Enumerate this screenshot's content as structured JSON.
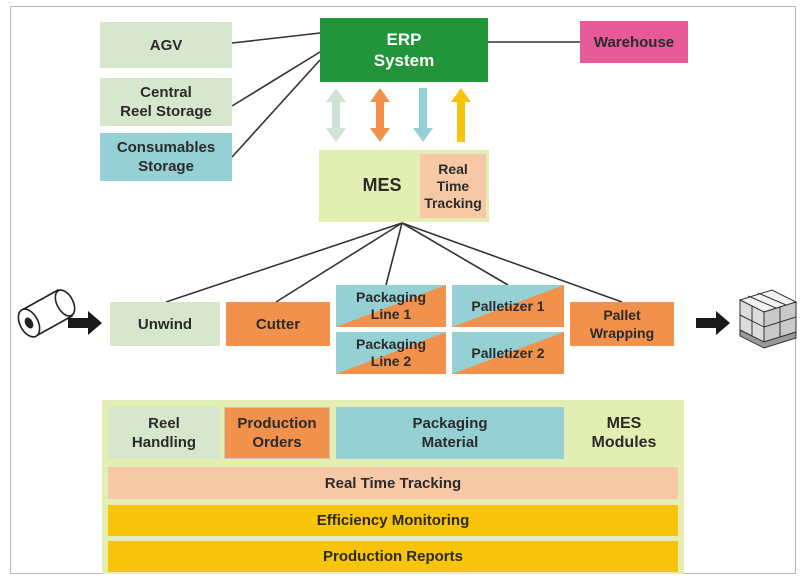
{
  "erp": {
    "label": "ERP\nSystem"
  },
  "left_stack": {
    "agv": "AGV",
    "central_reel_storage": "Central\nReel Storage",
    "consumables_storage": "Consumables\nStorage"
  },
  "warehouse": {
    "label": "Warehouse"
  },
  "mes": {
    "label": "MES",
    "real_time_tracking": "Real\nTime\nTracking"
  },
  "arrows": [
    {
      "name": "bidirectional-arrow-light",
      "color": "#cfe3d6"
    },
    {
      "name": "bidirectional-arrow-orange",
      "color": "#f1914c"
    },
    {
      "name": "down-arrow-aqua",
      "color": "#94d0d4"
    },
    {
      "name": "up-arrow-yellow",
      "color": "#f8c40a"
    }
  ],
  "line": {
    "unwind": "Unwind",
    "cutter": "Cutter",
    "packaging_line_1": "Packaging\nLine 1",
    "packaging_line_2": "Packaging\nLine 2",
    "palletizer_1": "Palletizer 1",
    "palletizer_2": "Palletizer 2",
    "pallet_wrapping": "Pallet\nWrapping"
  },
  "modules": {
    "reel_handling": "Reel\nHandling",
    "production_orders": "Production\nOrders",
    "packaging_material": "Packaging\nMaterial",
    "mes_modules": "MES\nModules",
    "real_time_tracking": "Real Time Tracking",
    "efficiency_monitoring": "Efficiency Monitoring",
    "production_reports": "Production Reports"
  },
  "icons": {
    "input": "paper-reel-icon",
    "output": "wrapped-pallet-icon",
    "flow_in": "right-arrow-icon",
    "flow_out": "right-arrow-icon"
  },
  "colors": {
    "green": "#22943a",
    "light_green": "#d7e7cd",
    "aqua": "#94d0d4",
    "orange": "#f1914c",
    "peach": "#f7c8a6",
    "lime": "#e3efb2",
    "yellow": "#f8c40a",
    "pink": "#e65a97"
  }
}
